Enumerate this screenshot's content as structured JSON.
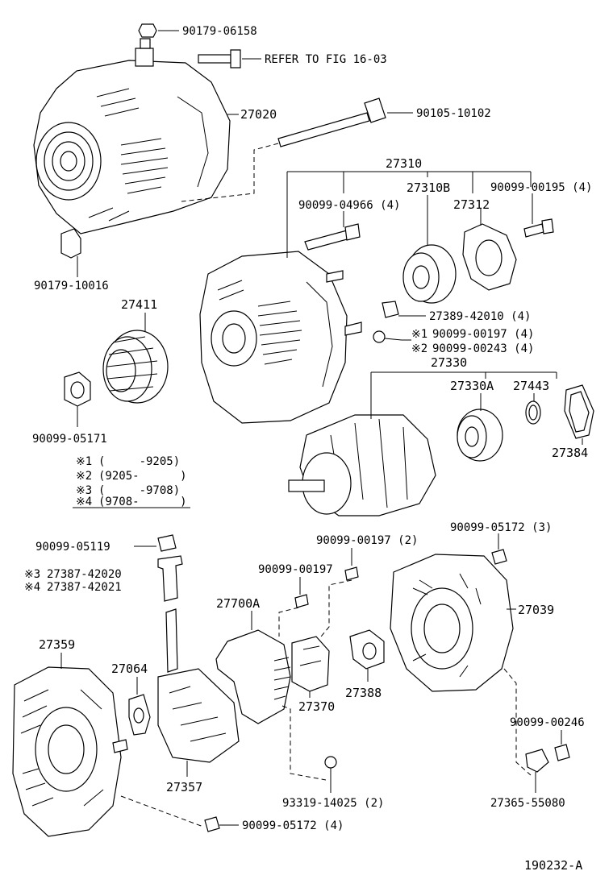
{
  "diagram": {
    "figure_id": "190232-A",
    "parts": {
      "bolt_top": "90179-06158",
      "refer": "REFER TO FIG 16-03",
      "alternator": "27020",
      "through_bolt": "90105-10102",
      "nut_spacer": "90179-10016",
      "pulley": "27411",
      "pulley_nut": "90099-05171",
      "frame_assy": "27310",
      "stud_bolt": "90099-04966 (4)",
      "bearing_front": "27310B",
      "retainer": "27312",
      "screw_retainer": "90099-00195 (4)",
      "insulator": "27389-42010 (4)",
      "screw_m1": "90099-00197 (4)",
      "screw_m2": "90099-00243 (4)",
      "rotor": "27330",
      "bearing_rotor": "27330A",
      "cover_ring": "27443",
      "plate_ring": "27384",
      "nut_cap": "90099-05119",
      "insulator_m3": "27387-42020",
      "insulator_m4": "27387-42021",
      "screw_reg_2": "90099-00197 (2)",
      "screw_reg": "90099-00197",
      "nut_cover": "90099-05172 (3)",
      "rear_cover": "27039",
      "regulator": "27700A",
      "brush_holder": "27370",
      "terminal_insulator": "27388",
      "drive_end_frame": "27359",
      "plate": "27064",
      "rectifier": "27357",
      "bolt_plug": "90099-00246",
      "plug_assy": "27365-55080",
      "terminal": "93319-14025 (2)",
      "nut_frame": "90099-05172 (4)"
    },
    "legend": [
      {
        "mark": "※1",
        "text": "(     -9205)"
      },
      {
        "mark": "※2",
        "text": "(9205-      )"
      },
      {
        "mark": "※3",
        "text": "(     -9708)"
      },
      {
        "mark": "※4",
        "text": "(9708-      )"
      }
    ],
    "marks": {
      "m1": "※1",
      "m2": "※2",
      "m3": "※3",
      "m4": "※4"
    }
  }
}
